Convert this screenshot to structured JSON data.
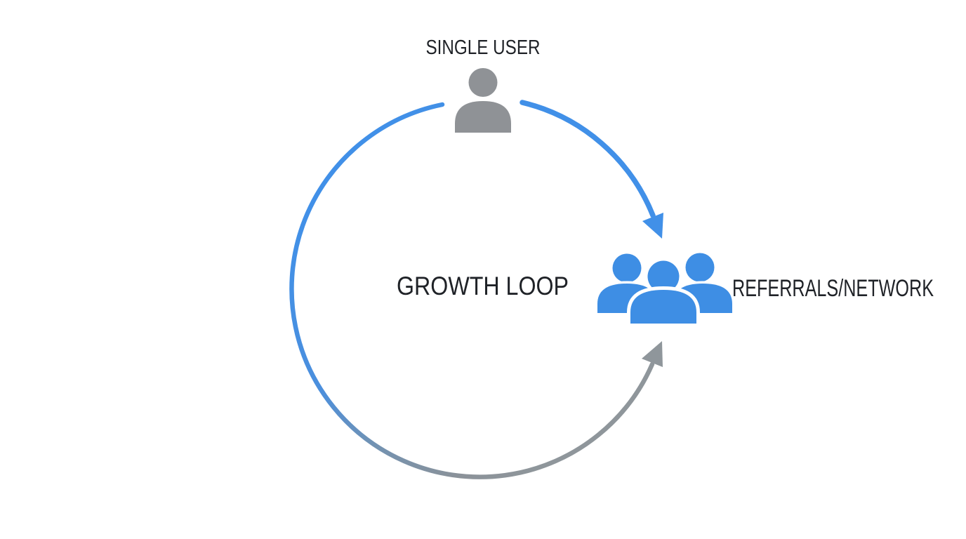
{
  "diagram": {
    "title": "GROWTH LOOP",
    "nodes": [
      {
        "id": "single-user",
        "label": "SINGLE USER",
        "icon": "single-person-icon",
        "icon_color": "#8f9296",
        "position": "top-center"
      },
      {
        "id": "referrals-network",
        "label": "REFERRALS/NETWORK",
        "icon": "people-group-icon",
        "icon_color": "#3e8ee4",
        "position": "middle-right"
      }
    ],
    "edges": [
      {
        "from": "single-user",
        "to": "referrals-network",
        "shape": "clockwise-curve-top-right",
        "color": "#4190e8",
        "arrowhead": true
      },
      {
        "from": "single-user",
        "to": "referrals-network",
        "shape": "counterclockwise-loop-left-bottom",
        "color_start": "#4190e8",
        "color_end": "#8f969b",
        "arrowhead": true
      }
    ],
    "colors": {
      "loop_blue": "#4190e8",
      "loop_gray": "#8f969b",
      "single_user_icon": "#8f9296",
      "network_icon": "#3e8ee4",
      "text": "#1f2227",
      "background": "#ffffff"
    }
  }
}
